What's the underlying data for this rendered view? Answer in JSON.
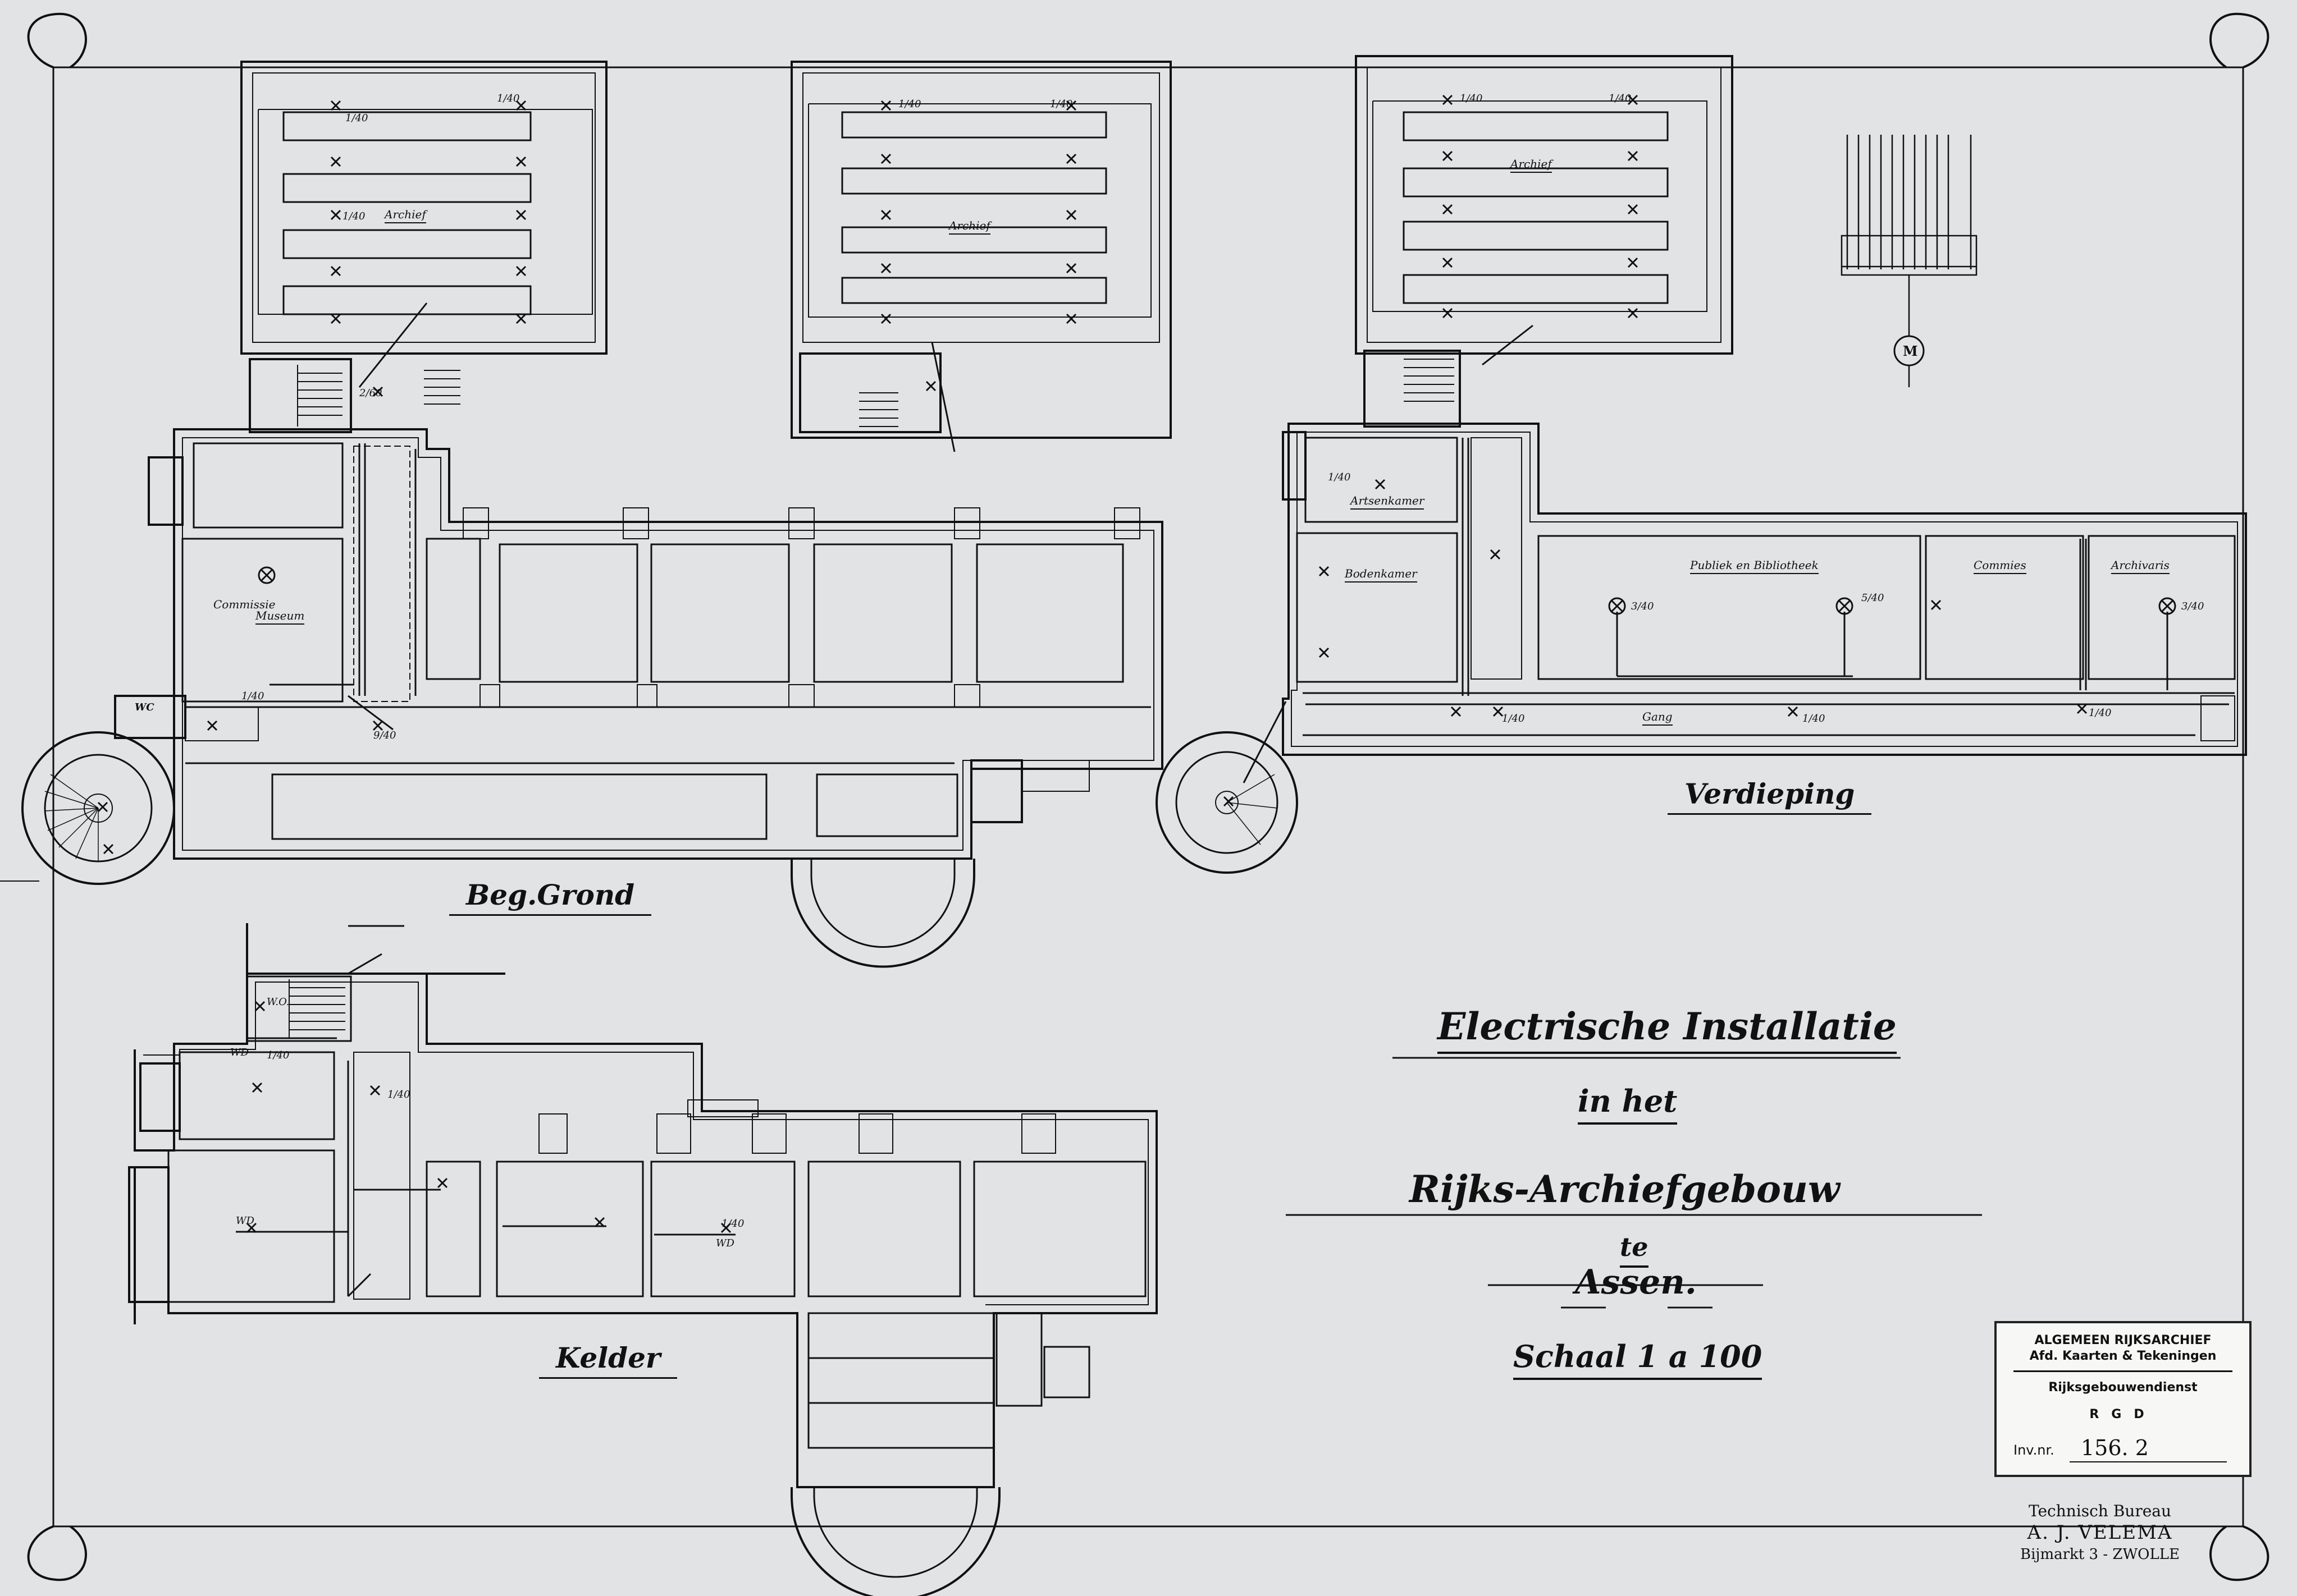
{
  "plans": {
    "beg_grond": "Beg.Grond",
    "verdieping": "Verdieping",
    "kelder": "Kelder"
  },
  "title": {
    "line1": "Electrische Installatie",
    "line2": "in het",
    "line3": "Rijks-Archiefgebouw",
    "line4": "te",
    "line5": "Assen.",
    "scale": "Schaal 1 a 100"
  },
  "rooms": {
    "archief_1": "Archief",
    "archief_2": "Archief",
    "archief_3": "Archief",
    "commissie_museum_1": "Commissie",
    "commissie_museum_2": "Museum",
    "artsenkamer": "Artsenkamer",
    "bodenkamer": "Bodenkamer",
    "publiek": "Publiek en Bibliotheek",
    "commies": "Commies",
    "archivaris": "Archivaris",
    "gang": "Gang"
  },
  "symbols": {
    "lamp_1_40": "1/40",
    "lamp_3_40": "3/40",
    "lamp_5_40": "5/40",
    "lamp_9_40": "9/40",
    "lamp_2_60": "2/60",
    "wc": "WC",
    "wd": "WD",
    "wo": "W.O.",
    "motor": "M"
  },
  "stamp": {
    "line1": "ALGEMEEN RIJKSARCHIEF",
    "line2": "Afd. Kaarten & Tekeningen",
    "line3": "Rijksgebouwendienst",
    "line4": "RGD",
    "inv_label": "Inv.nr.",
    "inv_number": "156. 2"
  },
  "maker": {
    "line1": "Technisch Bureau",
    "line2": "A. J. VELEMA",
    "line3": "Bijmarkt 3 - ZWOLLE"
  }
}
